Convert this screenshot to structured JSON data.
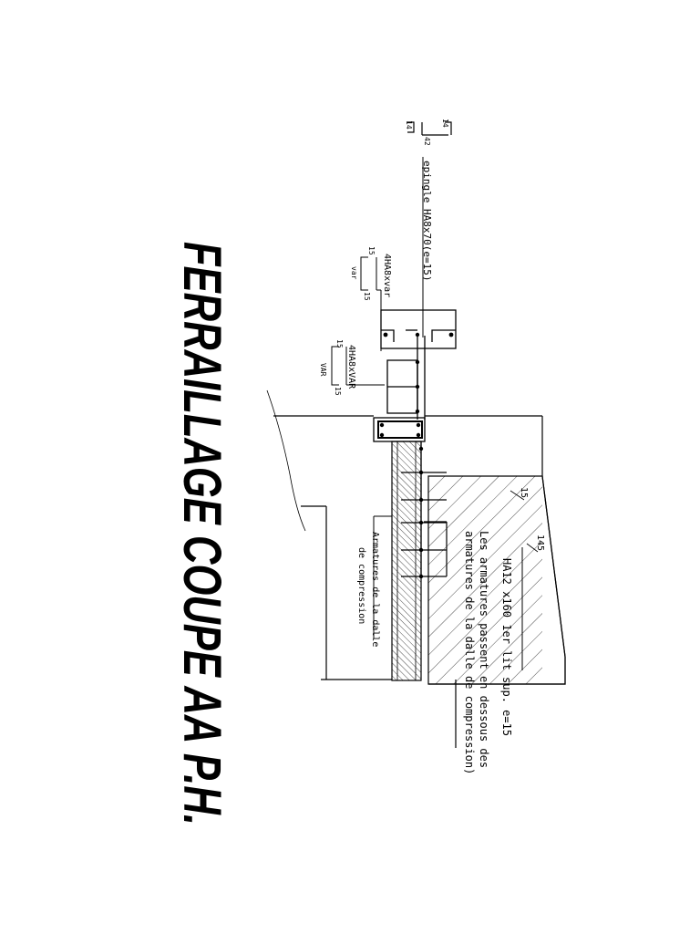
{
  "title": "FERRAILLAGE COUPE AA  P.H.",
  "labels": {
    "epingle": "epingle HA8x70(e=15)",
    "dim_top_a": "14",
    "dim_top_b": "14",
    "dim_top_c": "42",
    "upper_bars": "4HA8xvar",
    "upper_15a": "15",
    "upper_var": "var",
    "upper_15b": "15",
    "lower_bars": "4HA8xVAR",
    "lower_15a": "15",
    "lower_var": "VAR",
    "lower_15b": "15",
    "slab_bars": "HA12 x160 1er lit sup. e=15",
    "slab_note_1": "Les armatures passent en dessous des",
    "slab_note_2": "armatures de la dalle de compression)",
    "dim_15": "15",
    "dim_145": "145",
    "compression_1": "Armatures de la dalle",
    "compression_2": "de compression"
  },
  "colors": {
    "line": "#000000",
    "background": "#ffffff"
  }
}
